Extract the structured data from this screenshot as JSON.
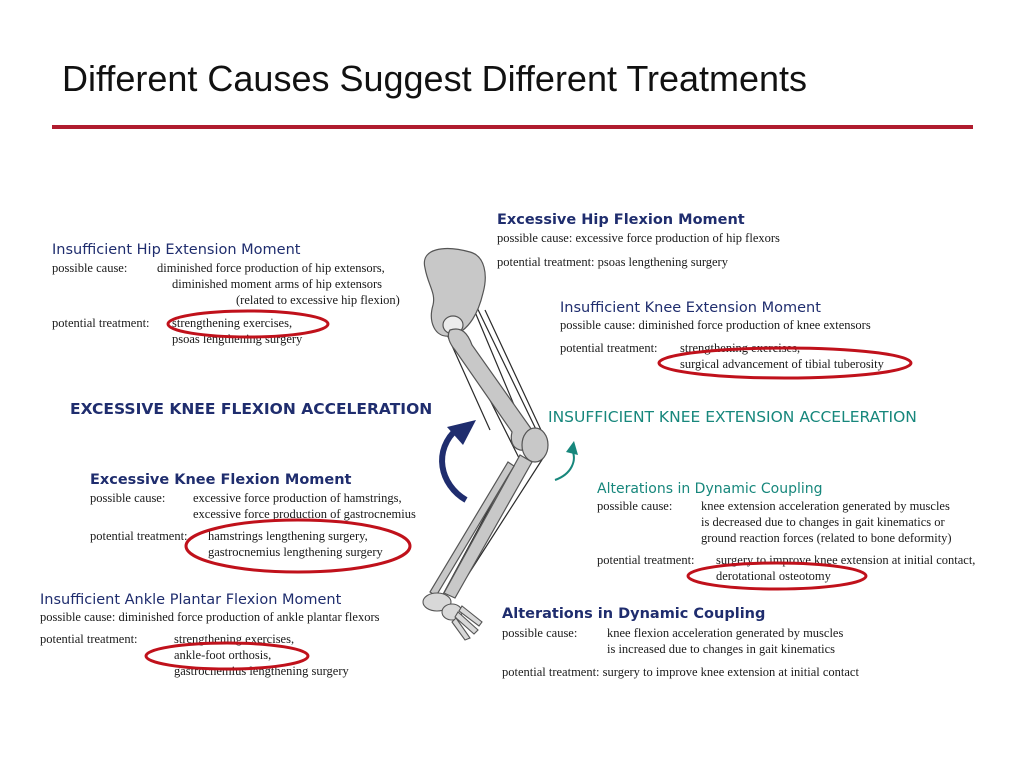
{
  "title": "Different Causes Suggest Different Treatments",
  "colors": {
    "title_rule": "#b01c2e",
    "navy": "#1f2d6e",
    "teal": "#17877c",
    "circle": "#c0111b",
    "bone": "#c8c8c8"
  },
  "blocks": {
    "hip_ext": {
      "heading": "Insufficient Hip Extension Moment",
      "l1": "possible cause:",
      "l1b": "diminished force production of hip extensors,",
      "l2": "diminished moment arms of hip extensors",
      "l3": "(related to excessive hip flexion)",
      "l4": "potential treatment:",
      "l4b": "strengthening exercises,",
      "l5": "psoas lengthening surgery"
    },
    "hip_flex": {
      "heading": "Excessive Hip Flexion Moment",
      "l1": "possible cause:  excessive force production of hip flexors",
      "l2": "potential treatment: psoas lengthening surgery"
    },
    "knee_ext_moment": {
      "heading": "Insufficient Knee Extension Moment",
      "l1": "possible cause:  diminished force production of knee extensors",
      "l2": "potential treatment:",
      "l2b": "strengthening exercises,",
      "l3": "surgical advancement of tibial tuberosity"
    },
    "knee_flex_accel": "EXCESSIVE KNEE FLEXION ACCELERATION",
    "knee_ext_accel": "INSUFFICIENT KNEE EXTENSION ACCELERATION",
    "knee_flex_moment": {
      "heading": "Excessive Knee Flexion Moment",
      "l1": "possible cause:",
      "l1b": "excessive force production of hamstrings,",
      "l2": "excessive force production of gastrocnemius",
      "l3": "potential treatment:",
      "l3b": "hamstrings lengthening surgery,",
      "l4": "gastrocnemius lengthening surgery"
    },
    "dyn_teal": {
      "heading": "Alterations in Dynamic Coupling",
      "l1": "possible cause:",
      "l1b": "knee extension acceleration generated by muscles",
      "l2": "is decreased due to changes in gait kinematics or",
      "l3": "ground reaction forces (related to bone deformity)",
      "l4": "potential treatment:",
      "l4b": "surgery to improve knee extension at initial contact,",
      "l5": "derotational osteotomy"
    },
    "ankle": {
      "heading": "Insufficient Ankle Plantar Flexion Moment",
      "l1": "possible cause:  diminished force production of ankle plantar flexors",
      "l2": "potential treatment:",
      "l2b": "strengthening exercises,",
      "l3": "ankle-foot orthosis,",
      "l4": "gastrocnemius lengthening surgery"
    },
    "dyn_navy": {
      "heading": "Alterations in Dynamic Coupling",
      "l1": "possible cause:",
      "l1b": "knee flexion acceleration generated by muscles",
      "l2": "is increased due to changes in gait kinematics",
      "l3": "potential treatment:  surgery to improve knee extension at initial contact"
    }
  }
}
